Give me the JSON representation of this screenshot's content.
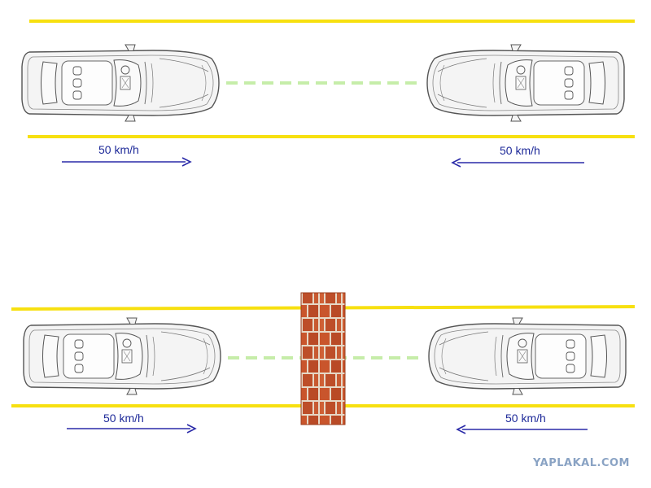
{
  "scenarios": [
    {
      "left_car": {
        "speed_label": "50 km/h",
        "direction": "right"
      },
      "right_car": {
        "speed_label": "50 km/h",
        "direction": "left"
      },
      "obstacle": null
    },
    {
      "left_car": {
        "speed_label": "50 km/h",
        "direction": "right"
      },
      "right_car": {
        "speed_label": "50 km/h",
        "direction": "left"
      },
      "obstacle": "brick-wall"
    }
  ],
  "watermark": "YAPLAKAL.COM",
  "colors": {
    "road_line": "#f7e010",
    "gap_dash": "#c6eda9",
    "arrow": "#2a2aa8",
    "brick": "#c8542d",
    "mortar": "#e8dccb",
    "car_outline": "#555555"
  }
}
